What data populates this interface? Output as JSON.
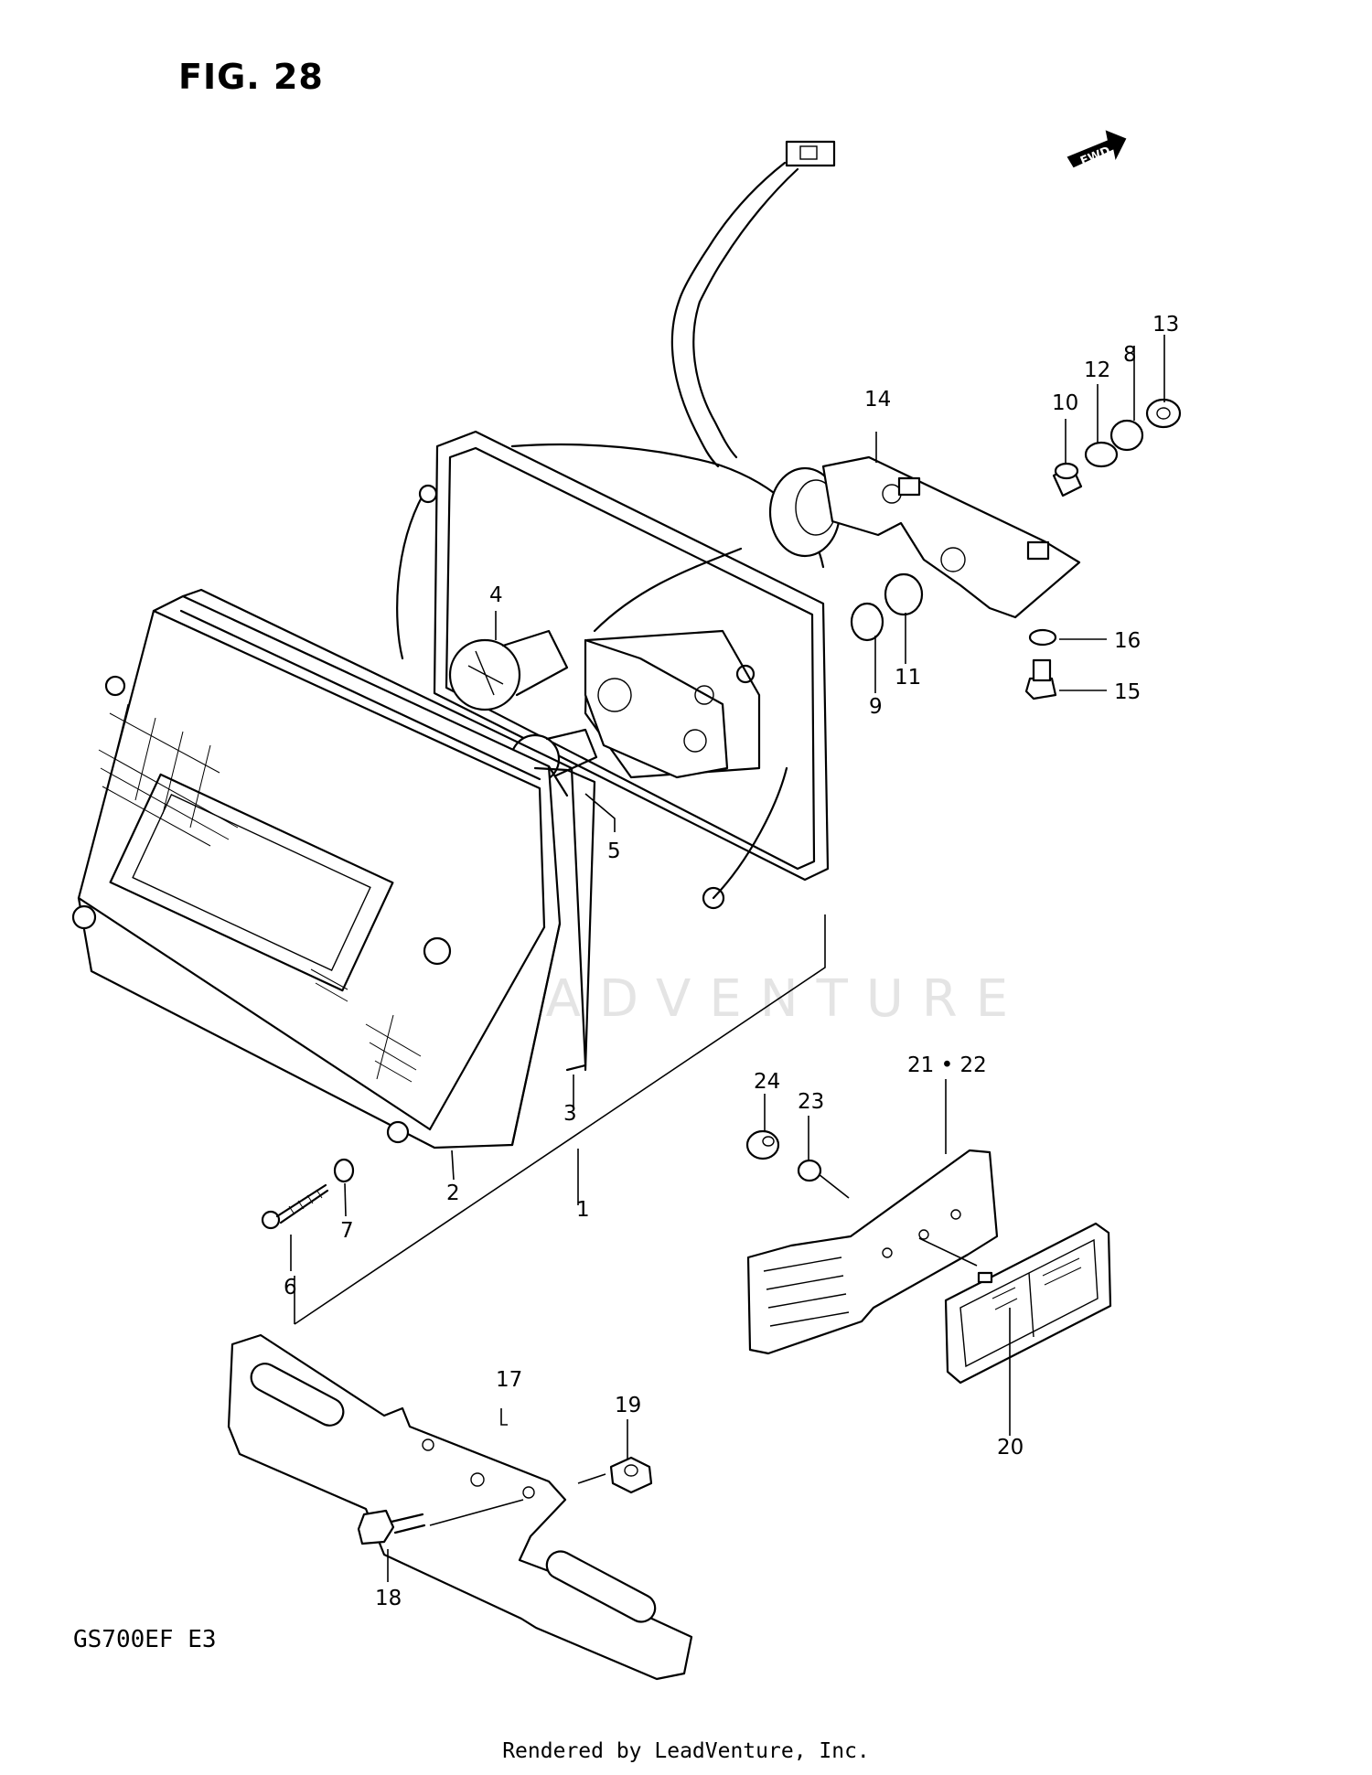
{
  "figure_title": "FIG. 28",
  "model_code": "GS700EF E3",
  "footer": "Rendered by LeadVenture, Inc.",
  "watermark": "LEADVENTURE",
  "fwd_label": "FWD",
  "callouts": [
    "1",
    "2",
    "3",
    "4",
    "5",
    "6",
    "7",
    "8",
    "9",
    "10",
    "11",
    "12",
    "13",
    "14",
    "15",
    "16",
    "17",
    "18",
    "19",
    "20",
    "21 • 22",
    "23",
    "24"
  ]
}
